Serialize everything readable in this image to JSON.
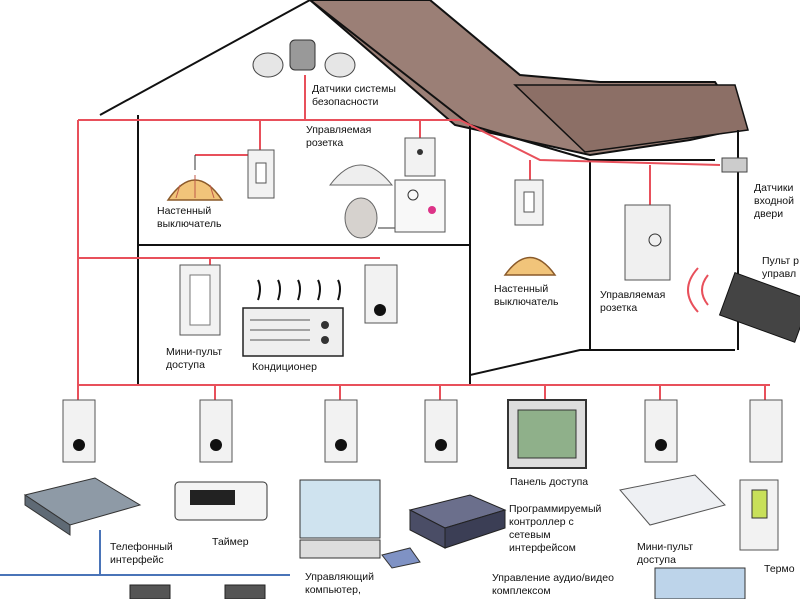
{
  "labels": {
    "sensors": "Датчики системы\nбезопасности",
    "managed_outlet_1": "Управляемая\nрозетка",
    "wall_switch_1": "Настенный\nвыключатель",
    "door_sensors": "Датчики\nвходной\nдвери",
    "remote": "Пульт р\nуправл",
    "wall_switch_2": "Настенный\nвыключатель",
    "managed_outlet_2": "Управляемая\nрозетка",
    "mini_panel_1": "Мини-пульт\nдоступа",
    "air_conditioner": "Кондиционер",
    "phone_interface": "Телефонный\nинтерфейс",
    "timer": "Таймер",
    "access_panel": "Панель доступа",
    "controller": "Программируемый\nконтроллер с\nсетевым\nинтерфейсом",
    "mini_panel_2": "Мини-пульт\nдоступа",
    "thermostat": "Термо",
    "control_computer": "Управляющий\nкомпьютер,",
    "av_control": "Управление аудио/видео\nкомплексом"
  },
  "colors": {
    "wire": "#e8505b",
    "roof": "#9b7f76",
    "outline": "#111111"
  }
}
